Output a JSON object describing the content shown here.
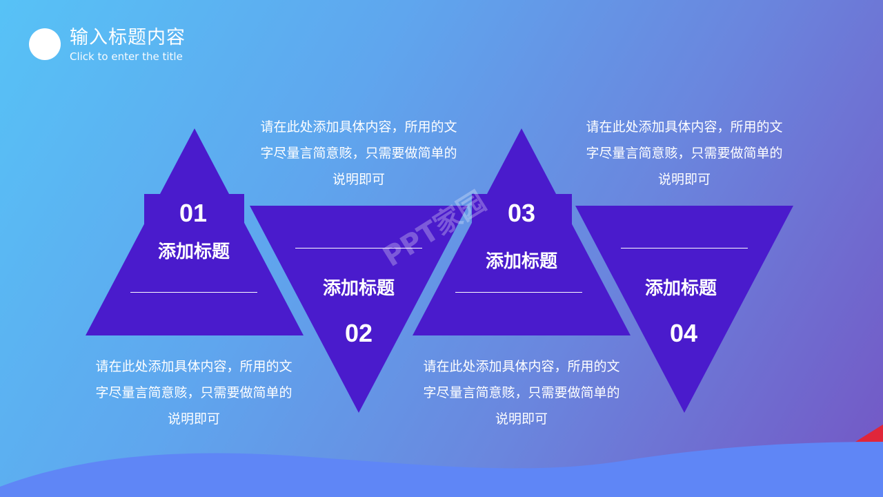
{
  "header": {
    "title": "输入标题内容",
    "subtitle": "Click to enter the title"
  },
  "items": [
    {
      "number": "01",
      "heading": "添加标题",
      "description": "请在此处添加具体内容，所用的文字尽量言简意赅，只需要做简单的说明即可"
    },
    {
      "number": "02",
      "heading": "添加标题",
      "description": "请在此处添加具体内容，所用的文字尽量言简意赅，只需要做简单的说明即可"
    },
    {
      "number": "03",
      "heading": "添加标题",
      "description": "请在此处添加具体内容，所用的文字尽量言简意赅，只需要做简单的说明即可"
    },
    {
      "number": "04",
      "heading": "添加标题",
      "description": "请在此处添加具体内容，所用的文字尽量言简意赅，只需要做简单的说明即可"
    }
  ],
  "watermark": "PPT家园",
  "colors": {
    "shape": "#4a1bcc",
    "wave": "#5f86f6",
    "accent_red": "#e0263a"
  }
}
